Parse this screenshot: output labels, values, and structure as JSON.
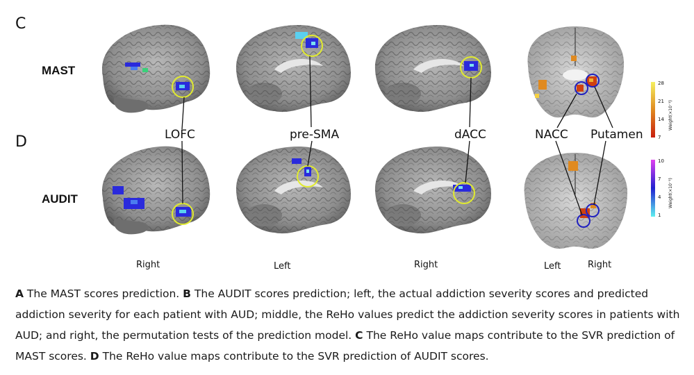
{
  "panels": {
    "c": "C",
    "d": "D"
  },
  "rows": {
    "top": "MAST",
    "bottom": "AUDIT"
  },
  "regions": {
    "lofc": "LOFC",
    "presma": "pre-SMA",
    "dacc": "dACC",
    "nacc": "NACC",
    "putamen": "Putamen"
  },
  "sides": {
    "brain1": "Right",
    "brain2": "Left",
    "brain3": "Right",
    "coronal_left": "Left",
    "coronal_right": "Right"
  },
  "colorbar_top": {
    "ticks": [
      "28",
      "21",
      "14",
      "7"
    ],
    "unit": "Weight(×10⁻¹)",
    "colors": [
      "#f5f060",
      "#e08a20",
      "#c81e0e"
    ]
  },
  "colorbar_bottom": {
    "ticks": [
      "10",
      "7",
      "4",
      "1"
    ],
    "unit": "Weight(×10⁻¹)",
    "colors": [
      "#e040f0",
      "#2020d0",
      "#60f0f0"
    ]
  },
  "caption": {
    "a_letter": "A",
    "a_text": " The MAST scores prediction. ",
    "b_letter": "B",
    "b_text": " The AUDIT scores prediction; left, the actual addiction severity scores and predicted addiction severity for each patient with AUD; middle, the ReHo values predict the addiction severity scores in patients with AUD; and right, the permutation tests of the prediction model. ",
    "c_letter": "C",
    "c_text": " The ReHo value maps contribute to the SVR prediction of MAST scores. ",
    "d_letter": "D",
    "d_text": " The ReHo value maps contribute to the SVR prediction of AUDIT scores."
  }
}
